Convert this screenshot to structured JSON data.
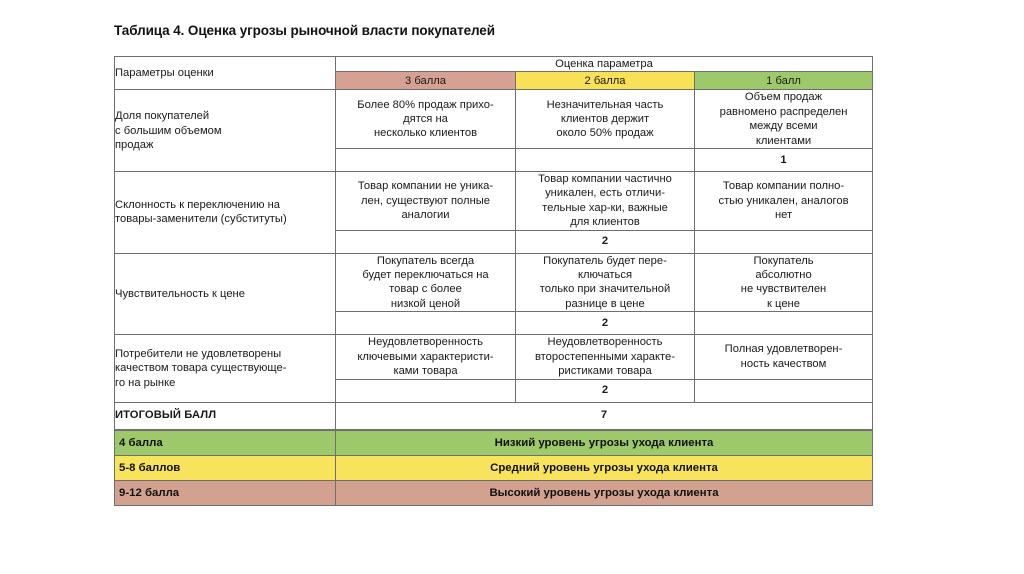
{
  "document": {
    "title": "Таблица 4. Оценка угрозы рыночной власти покупателей"
  },
  "table": {
    "header": {
      "param_col_label": "Параметры оценки",
      "assessment_label": "Оценка параметра",
      "score_bands": [
        {
          "label": "3 балла",
          "color": "#d6a192"
        },
        {
          "label": "2 балла",
          "color": "#f9e157"
        },
        {
          "label": "1 балл",
          "color": "#9ec96a"
        }
      ]
    },
    "rows": [
      {
        "parameter": "Доля покупателей\nс большим объемом\nпродаж",
        "option_3": "Более 80% продаж прихо-\nдятся на\nнесколько клиентов",
        "option_2": "Незначительная часть\nклиентов держит\nоколо 50% продаж",
        "option_1": "Объем продаж\nравномено распределен\nмежду всеми\nклиентами",
        "score": "1",
        "score_column": 3
      },
      {
        "parameter": "Склонность к переключению на\nтовары-заменители (субституты)",
        "option_3": "Товар компании не уника-\nлен, существуют полные\nаналогии",
        "option_2": "Товар компании частично\nуникален, есть отличи-\nтельные хар-ки, важные\nдля клиентов",
        "option_1": "Товар компании полно-\nстью уникален, аналогов\nнет",
        "score": "2",
        "score_column": 2
      },
      {
        "parameter": "Чувствительность к цене",
        "option_3": "Покупатель всегда\nбудет переключаться на\nтовар с более\nнизкой ценой",
        "option_2": "Покупатель будет пере-\nключаться\nтолько при значительной\nразнице в цене",
        "option_1": "Покупатель\nабсолютно\nне чувствителен\nк цене",
        "score": "2",
        "score_column": 2
      },
      {
        "parameter": "Потребители не удовлетворены\nкачеством товара существующе-\nго на рынке",
        "option_3": "Неудовлетворенность\nключевыми характеристи-\nками товара",
        "option_2": "Неудовлетворенность\nвторостепенными характе-\nристиками товара",
        "option_1": "Полная удовлетворен-\nность качеством",
        "score": "2",
        "score_column": 2
      }
    ],
    "total": {
      "label": "ИТОГОВЫЙ БАЛЛ",
      "value": "7"
    }
  },
  "legend": {
    "rows": [
      {
        "range": "4 балла",
        "description": "Низкий уровень угрозы ухода клиента",
        "color": "#9ec96a"
      },
      {
        "range": "5-8 баллов",
        "description": "Средний уровень угрозы ухода клиента",
        "color": "#f8e45c"
      },
      {
        "range": "9-12 балла",
        "description": "Высокий уровень угрозы ухода клиента",
        "color": "#d3a18f"
      }
    ]
  }
}
